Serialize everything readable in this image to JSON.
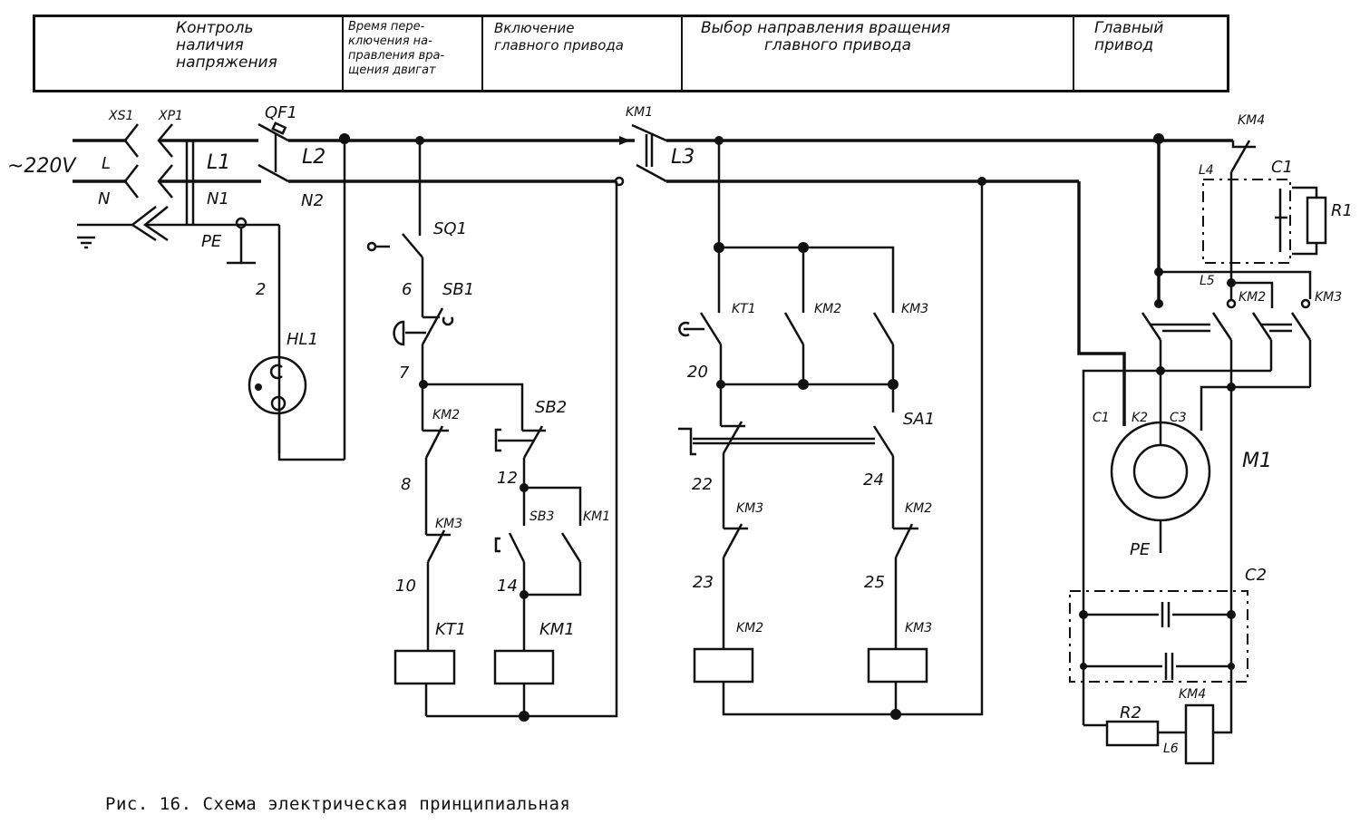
{
  "header_table": [
    {
      "lines": [
        "Контроль",
        "наличия",
        "напряжения"
      ]
    },
    {
      "lines": [
        "Время пере-",
        "ключения на-",
        "правления вра-",
        "щения двигат"
      ]
    },
    {
      "lines": [
        "Включение",
        "главного привода"
      ]
    },
    {
      "lines": [
        "Выбор направления вращения",
        "главного привода"
      ]
    },
    {
      "lines": [
        "Главный",
        "привод"
      ]
    }
  ],
  "labels": {
    "supply": "~220V",
    "xs1": "XS1",
    "xp1": "XP1",
    "qf1": "QF1",
    "l": "L",
    "n": "N",
    "l1": "L1",
    "n1": "N1",
    "l2": "L2",
    "n2": "N2",
    "pe": "PE",
    "wire2": "2",
    "hl1": "HL1",
    "sq1": "SQ1",
    "sb1": "SB1",
    "wire6": "6",
    "wire7": "7",
    "km2_a": "KM2",
    "sb2": "SB2",
    "wire8": "8",
    "wire12": "12",
    "km3_a": "KM3",
    "sb3": "SB3",
    "km1_a": "KM1",
    "wire10": "10",
    "wire14": "14",
    "kt1_coil": "KT1",
    "km1_coil": "KM1",
    "km1_main": "KM1",
    "l3": "L3",
    "kt1_b": "KT1",
    "km2_b": "KM2",
    "km3_b": "KM3",
    "wire20": "20",
    "sa1": "SA1",
    "wire22": "22",
    "wire24": "24",
    "km3_c": "KM3",
    "km2_c": "KM2",
    "wire23": "23",
    "wire25": "25",
    "km2_coil": "KM2",
    "km3_coil": "KM3",
    "km4_top": "KM4",
    "wire4": "L4",
    "c1": "C1",
    "r1": "R1",
    "wire5": "L5",
    "km2_d": "KM2",
    "km3_d": "KM3",
    "c1_m": "C1",
    "k2_m": "K2",
    "c3_m": "C3",
    "m1": "M1",
    "pe_m": "PE",
    "c2": "C2",
    "r2": "R2",
    "wire6b": "L6",
    "km4_coil": "KM4"
  },
  "caption": "Рис. 16. Схема электрическая принципиальная"
}
